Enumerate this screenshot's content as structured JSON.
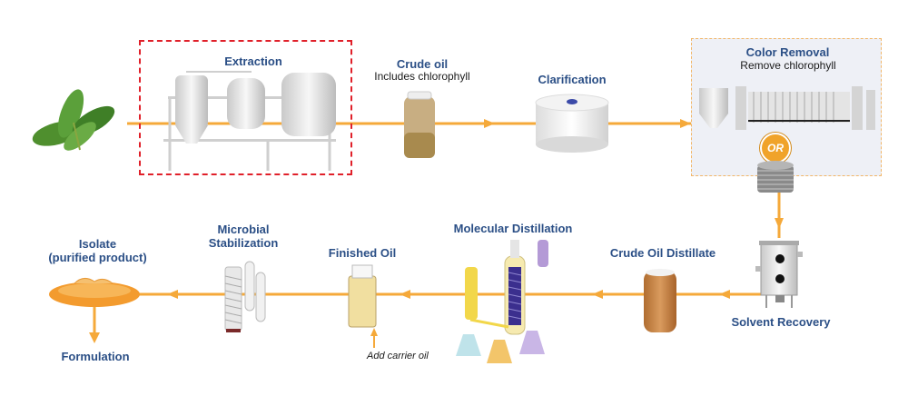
{
  "colors": {
    "flow_line": "#f5a93a",
    "label_text": "#2b4f86",
    "extraction_border": "#e0202a",
    "color_removal_border": "#f2b668",
    "color_removal_bg": "#eef0f6",
    "or_badge": "#f0a32a"
  },
  "stages": {
    "extraction": {
      "title": "Extraction"
    },
    "crude_oil": {
      "title": "Crude oil",
      "subtitle": "Includes chlorophyll"
    },
    "clarification": {
      "title": "Clarification"
    },
    "color_removal": {
      "title": "Color Removal",
      "subtitle": "Remove chlorophyll",
      "or_label": "OR"
    },
    "solvent_recovery": {
      "title": "Solvent Recovery"
    },
    "crude_oil_distillate": {
      "title": "Crude Oil Distillate"
    },
    "molecular_distillation": {
      "title": "Molecular Distillation"
    },
    "finished_oil": {
      "title": "Finished Oil",
      "note": "Add carrier oil"
    },
    "microbial_stabilization": {
      "title_line1": "Microbial",
      "title_line2": "Stabilization"
    },
    "isolate": {
      "title_line1": "Isolate",
      "title_line2": "(purified product)"
    },
    "formulation": {
      "title": "Formulation"
    }
  },
  "icons": [
    "leaves-icon",
    "extraction-tanks-icon",
    "crude-oil-jar-icon",
    "clarification-cylinder-icon",
    "filter-press-icon",
    "coil-filter-icon",
    "solvent-recovery-vessel-icon",
    "distillate-jar-icon",
    "molecular-distillation-apparatus-icon",
    "finished-oil-vial-icon",
    "microbial-filter-cartridges-icon",
    "isolate-puddle-icon"
  ]
}
